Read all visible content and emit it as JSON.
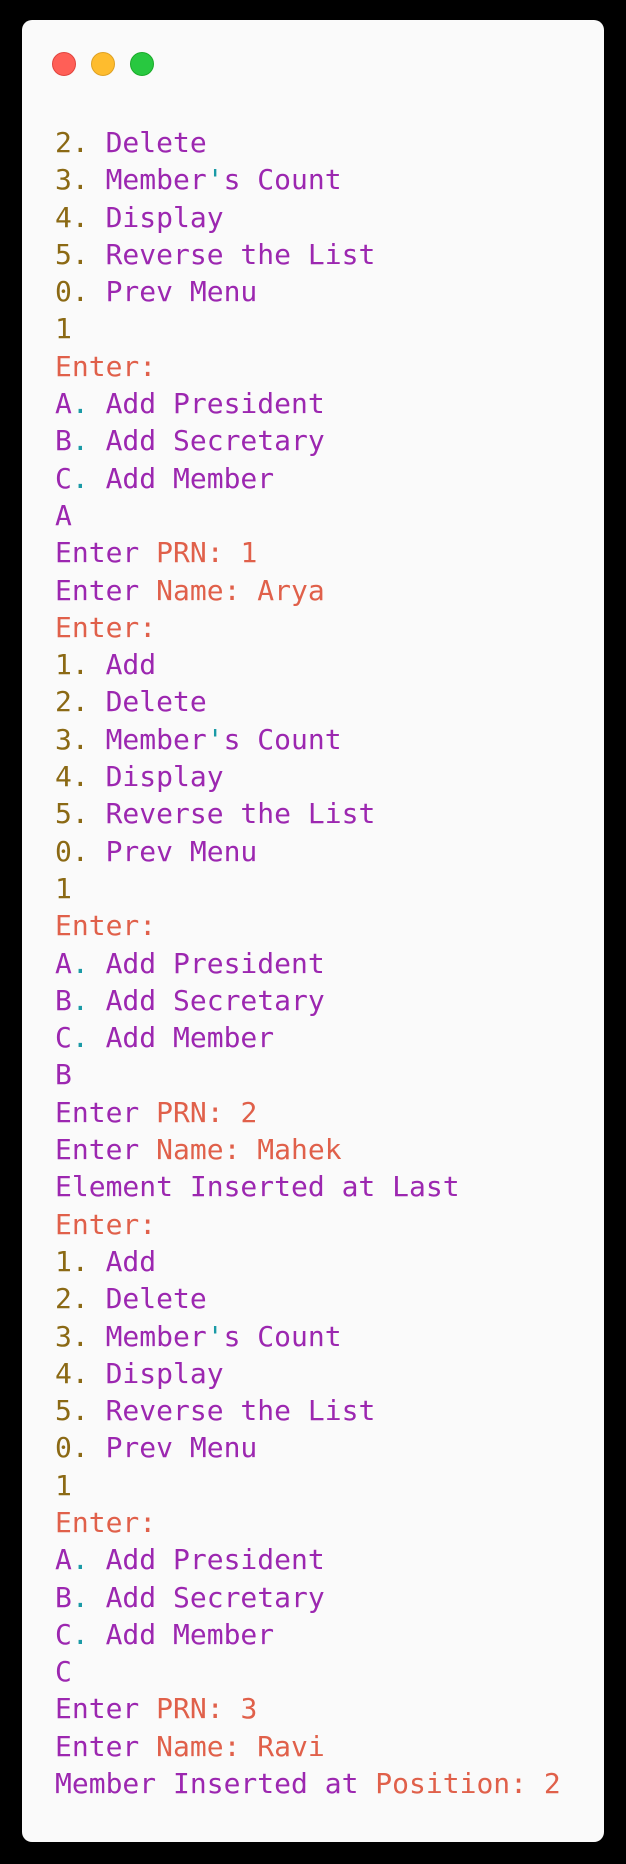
{
  "window": {
    "controls": [
      "close",
      "minimize",
      "maximize"
    ]
  },
  "console": {
    "lines": [
      [
        [
          "num",
          "2."
        ],
        [
          "txt",
          " Delete"
        ]
      ],
      [
        [
          "num",
          "3."
        ],
        [
          "txt",
          " Member"
        ],
        [
          "apo",
          "'"
        ],
        [
          "txt",
          "s Count"
        ]
      ],
      [
        [
          "num",
          "4."
        ],
        [
          "txt",
          " Display"
        ]
      ],
      [
        [
          "num",
          "5."
        ],
        [
          "txt",
          " Reverse the List"
        ]
      ],
      [
        [
          "num",
          "0."
        ],
        [
          "txt",
          " Prev Menu"
        ]
      ],
      [
        [
          "num",
          "1"
        ]
      ],
      [
        [
          "key",
          "Enter:"
        ]
      ],
      [
        [
          "txt",
          "A"
        ],
        [
          "apo",
          "."
        ],
        [
          "txt",
          " Add President"
        ]
      ],
      [
        [
          "txt",
          "B"
        ],
        [
          "apo",
          "."
        ],
        [
          "txt",
          " Add Secretary"
        ]
      ],
      [
        [
          "txt",
          "C"
        ],
        [
          "apo",
          "."
        ],
        [
          "txt",
          " Add Member"
        ]
      ],
      [
        [
          "txt",
          "A"
        ]
      ],
      [
        [
          "txt",
          "Enter "
        ],
        [
          "key",
          "PRN: 1"
        ]
      ],
      [
        [
          "txt",
          "Enter "
        ],
        [
          "key",
          "Name: Arya"
        ]
      ],
      [
        [
          "key",
          "Enter:"
        ]
      ],
      [
        [
          "num",
          "1."
        ],
        [
          "txt",
          " Add"
        ]
      ],
      [
        [
          "num",
          "2."
        ],
        [
          "txt",
          " Delete"
        ]
      ],
      [
        [
          "num",
          "3."
        ],
        [
          "txt",
          " Member"
        ],
        [
          "apo",
          "'"
        ],
        [
          "txt",
          "s Count"
        ]
      ],
      [
        [
          "num",
          "4."
        ],
        [
          "txt",
          " Display"
        ]
      ],
      [
        [
          "num",
          "5."
        ],
        [
          "txt",
          " Reverse the List"
        ]
      ],
      [
        [
          "num",
          "0."
        ],
        [
          "txt",
          " Prev Menu"
        ]
      ],
      [
        [
          "num",
          "1"
        ]
      ],
      [
        [
          "key",
          "Enter:"
        ]
      ],
      [
        [
          "txt",
          "A"
        ],
        [
          "apo",
          "."
        ],
        [
          "txt",
          " Add President"
        ]
      ],
      [
        [
          "txt",
          "B"
        ],
        [
          "apo",
          "."
        ],
        [
          "txt",
          " Add Secretary"
        ]
      ],
      [
        [
          "txt",
          "C"
        ],
        [
          "apo",
          "."
        ],
        [
          "txt",
          " Add Member"
        ]
      ],
      [
        [
          "txt",
          "B"
        ]
      ],
      [
        [
          "txt",
          "Enter "
        ],
        [
          "key",
          "PRN: 2"
        ]
      ],
      [
        [
          "txt",
          "Enter "
        ],
        [
          "key",
          "Name: Mahek"
        ]
      ],
      [
        [
          "txt",
          "Element Inserted at Last"
        ]
      ],
      [
        [
          "key",
          "Enter:"
        ]
      ],
      [
        [
          "num",
          "1."
        ],
        [
          "txt",
          " Add"
        ]
      ],
      [
        [
          "num",
          "2."
        ],
        [
          "txt",
          " Delete"
        ]
      ],
      [
        [
          "num",
          "3."
        ],
        [
          "txt",
          " Member"
        ],
        [
          "apo",
          "'"
        ],
        [
          "txt",
          "s Count"
        ]
      ],
      [
        [
          "num",
          "4."
        ],
        [
          "txt",
          " Display"
        ]
      ],
      [
        [
          "num",
          "5."
        ],
        [
          "txt",
          " Reverse the List"
        ]
      ],
      [
        [
          "num",
          "0."
        ],
        [
          "txt",
          " Prev Menu"
        ]
      ],
      [
        [
          "num",
          "1"
        ]
      ],
      [
        [
          "key",
          "Enter:"
        ]
      ],
      [
        [
          "txt",
          "A"
        ],
        [
          "apo",
          "."
        ],
        [
          "txt",
          " Add President"
        ]
      ],
      [
        [
          "txt",
          "B"
        ],
        [
          "apo",
          "."
        ],
        [
          "txt",
          " Add Secretary"
        ]
      ],
      [
        [
          "txt",
          "C"
        ],
        [
          "apo",
          "."
        ],
        [
          "txt",
          " Add Member"
        ]
      ],
      [
        [
          "txt",
          "C"
        ]
      ],
      [
        [
          "txt",
          "Enter "
        ],
        [
          "key",
          "PRN: 3"
        ]
      ],
      [
        [
          "txt",
          "Enter "
        ],
        [
          "key",
          "Name: Ravi"
        ]
      ],
      [
        [
          "txt",
          "Member Inserted at "
        ],
        [
          "key",
          "Position: 2"
        ]
      ]
    ]
  },
  "colors": {
    "number": "#8b6914",
    "text": "#9c27b0",
    "keyword": "#e0604a",
    "punctuation": "#1a9aa6",
    "background": "#fafafa"
  }
}
